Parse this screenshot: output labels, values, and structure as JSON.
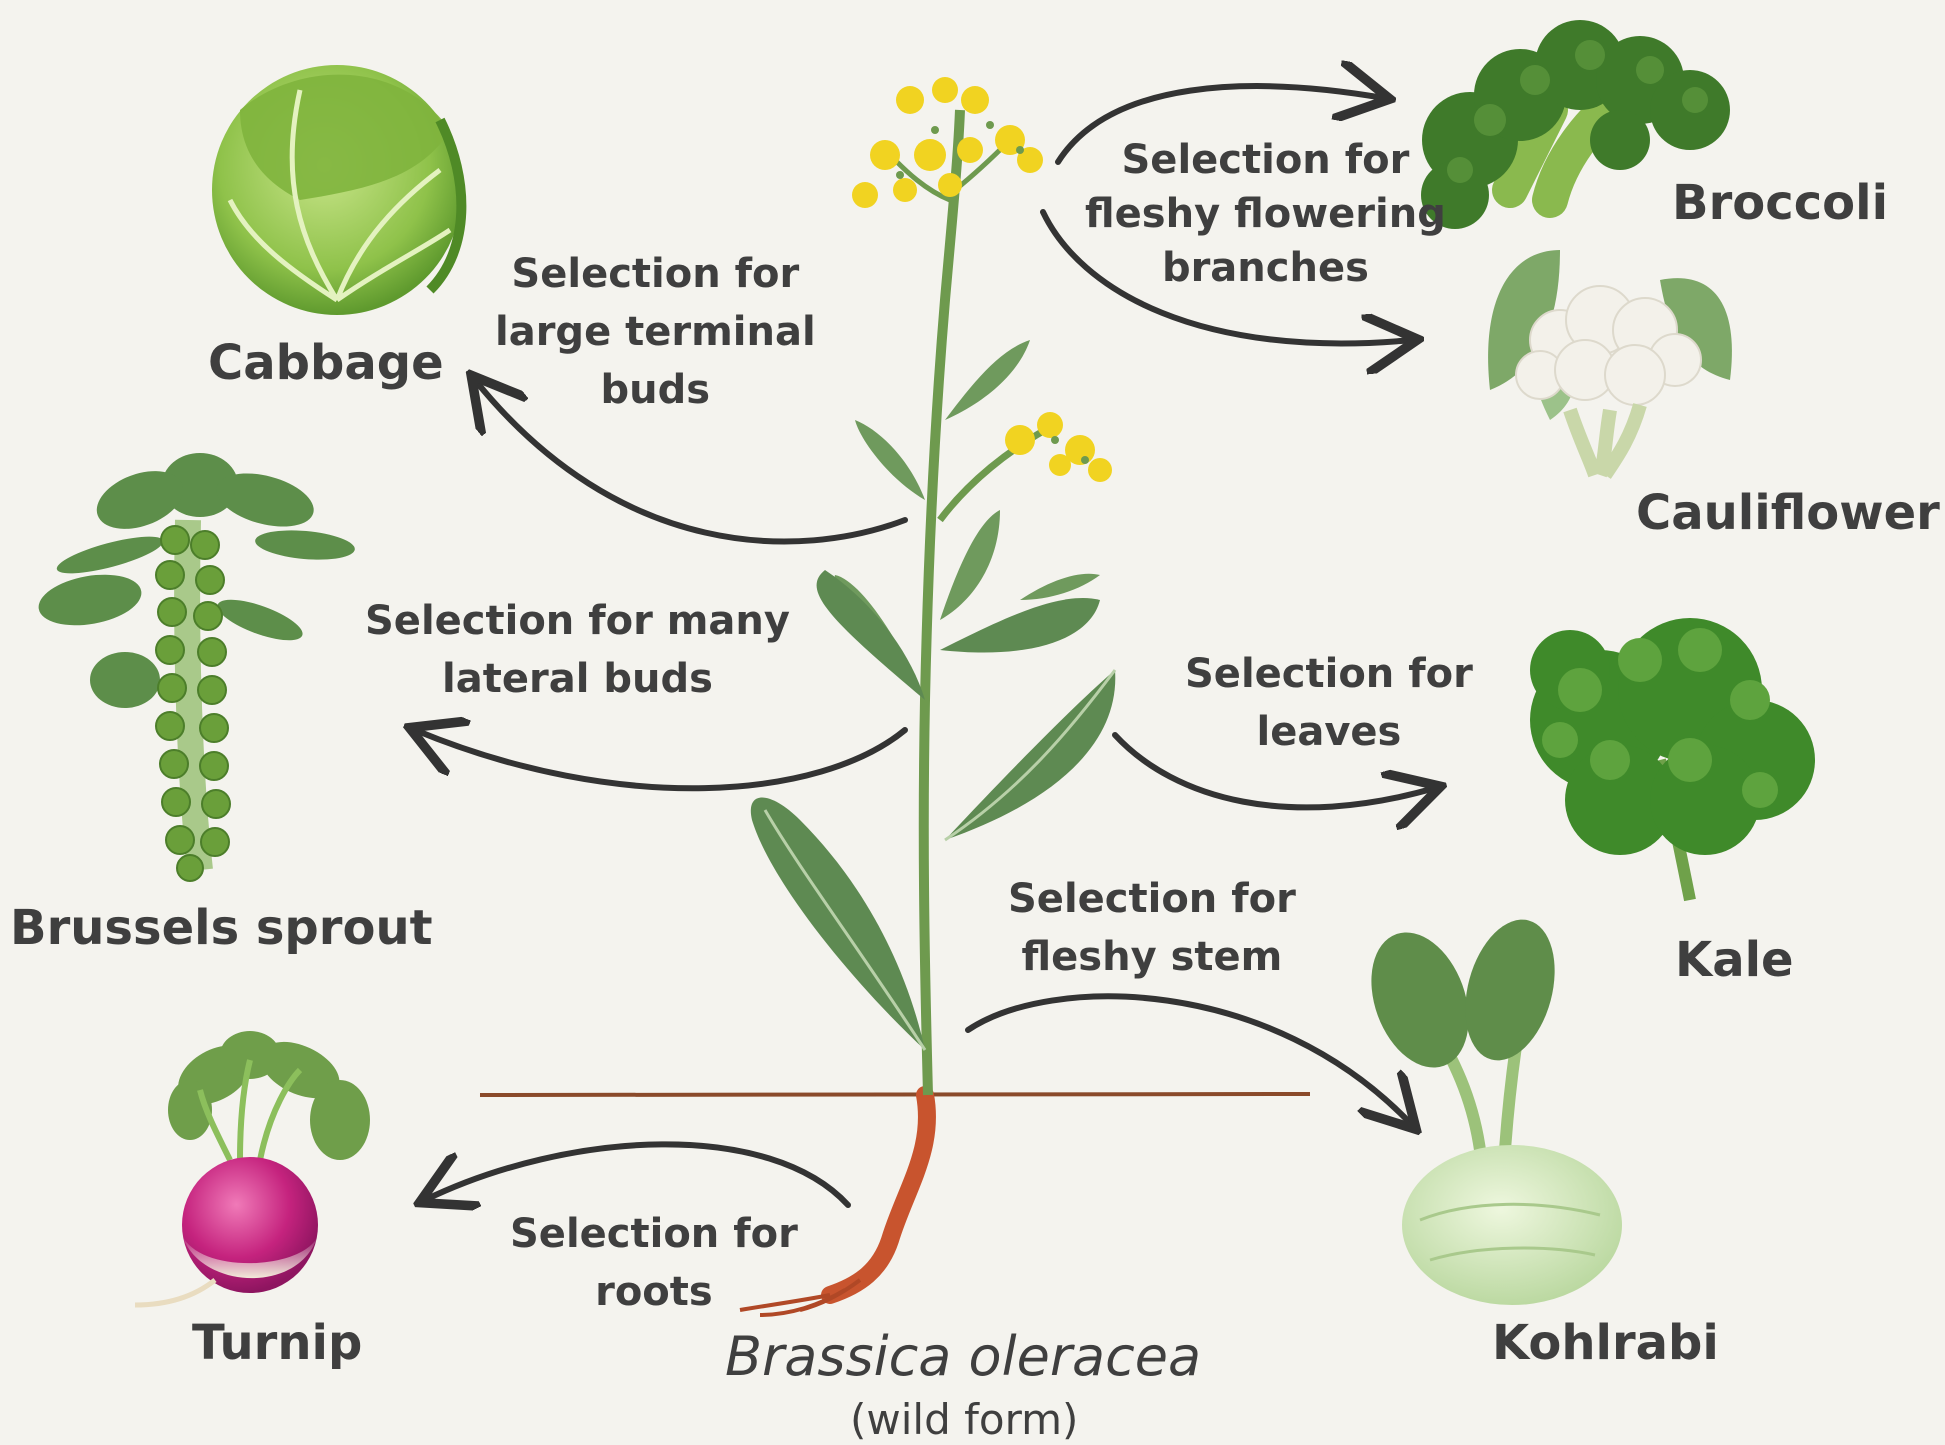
{
  "species": {
    "name": "Brassica oleracea",
    "form": "(wild form)"
  },
  "vegetables": {
    "cabbage": "Cabbage",
    "brussels": "Brussels sprout",
    "turnip": "Turnip",
    "broccoli": "Broccoli",
    "cauliflower": "Cauliflower",
    "kale": "Kale",
    "kohlrabi": "Kohlrabi"
  },
  "selections": {
    "terminal_buds": [
      "Selection for",
      "large terminal",
      "buds"
    ],
    "lateral_buds": [
      "Selection for many",
      "lateral buds"
    ],
    "roots": [
      "Selection for",
      "roots"
    ],
    "flowering": [
      "Selection for",
      "fleshy flowering",
      "branches"
    ],
    "leaves": [
      "Selection for",
      "leaves"
    ],
    "stem": [
      "Selection for",
      "fleshy stem"
    ]
  },
  "colors": {
    "background": "#f4f3ee",
    "text": "#3f3f3f",
    "arrow": "#333333",
    "ground": "#8a4a2a",
    "flower": "#f1d321",
    "leaf": "#5e8a52",
    "stem": "#6e9a4e",
    "root": "#c8542e"
  }
}
